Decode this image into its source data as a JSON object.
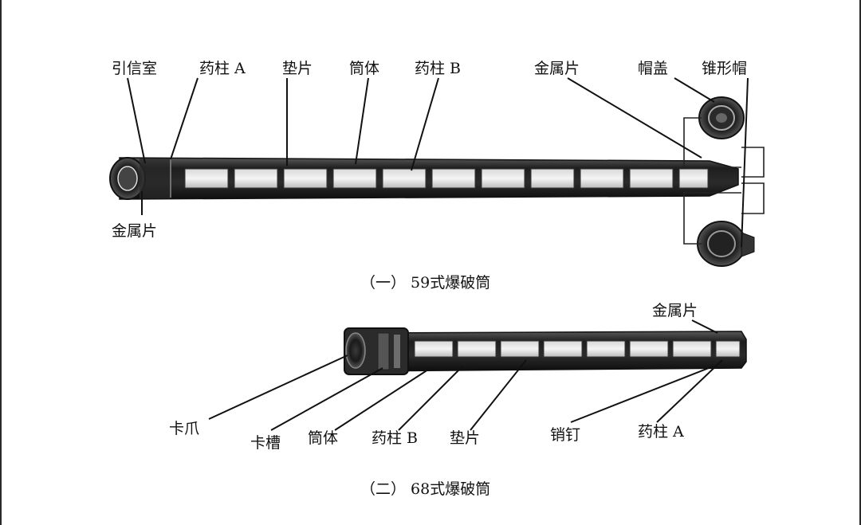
{
  "figure1": {
    "caption": "（一） 59式爆破筒",
    "labels": {
      "fuze_chamber": "引信室",
      "charge_a": "药柱 A",
      "spacer": "垫片",
      "tube_body": "筒体",
      "charge_b": "药柱 B",
      "metal_piece_top": "金属片",
      "cap": "帽盖",
      "cone_cap": "锥形帽",
      "metal_piece_bottom": "金属片"
    }
  },
  "figure2": {
    "caption": "（二） 68式爆破筒",
    "labels": {
      "metal_piece": "金属片",
      "claw": "卡爪",
      "groove": "卡槽",
      "tube_body": "筒体",
      "charge_b": "药柱 B",
      "spacer": "垫片",
      "pin": "销钉",
      "charge_a": "药柱 A"
    }
  }
}
